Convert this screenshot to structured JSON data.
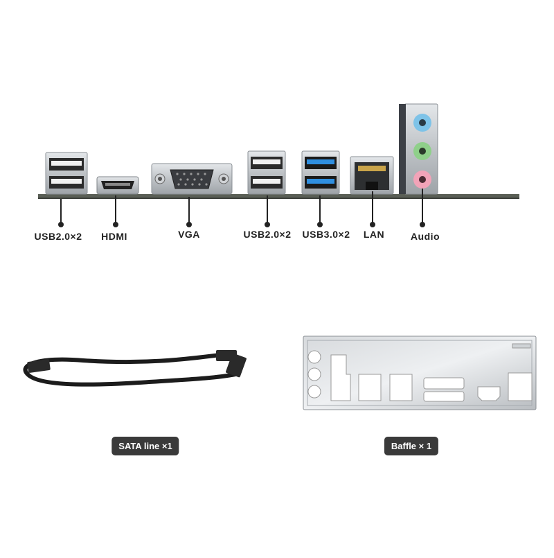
{
  "ports": [
    {
      "label": "USB2.0×2"
    },
    {
      "label": "HDMI"
    },
    {
      "label": "VGA"
    },
    {
      "label": "USB2.0×2"
    },
    {
      "label": "USB3.0×2"
    },
    {
      "label": "LAN"
    },
    {
      "label": "Audio"
    }
  ],
  "accessories": [
    {
      "label": "SATA line ×1"
    },
    {
      "label": "Baffle × 1"
    }
  ],
  "colors": {
    "background": "#ffffff",
    "pcb": "#5a5f56",
    "metal": "#c8cccf",
    "usb3_blue": "#2f8fe0",
    "audio_blue": "#7ec3e8",
    "audio_green": "#8fd08a",
    "audio_pink": "#f2a3b8",
    "pill": "#3a3a3a"
  },
  "icons": [
    "usb-port-icon",
    "hdmi-port-icon",
    "vga-port-icon",
    "usb3-port-icon",
    "lan-port-icon",
    "audio-jack-icon",
    "sata-cable-icon",
    "io-shield-icon"
  ]
}
